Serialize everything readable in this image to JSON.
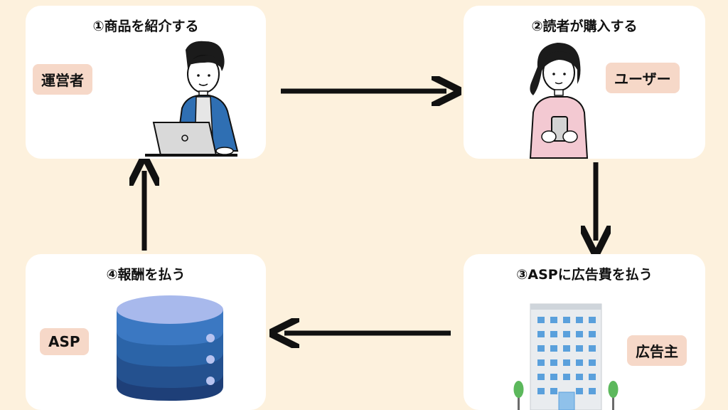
{
  "steps": [
    {
      "title": "①商品を紹介する",
      "role": "運営者"
    },
    {
      "title": "②読者が購入する",
      "role": "ユーザー"
    },
    {
      "title": "③ASPに広告費を払う",
      "role": "広告主"
    },
    {
      "title": "④報酬を払う",
      "role": "ASP"
    }
  ],
  "colors": {
    "background": "#fdf1dd",
    "card": "#ffffff",
    "role_badge": "#f6d8c8",
    "arrow": "#111111",
    "jacket": "#2f6fb3",
    "database": "#3b78c2",
    "building_window": "#5aa0dc"
  },
  "icons": [
    "operator-person-laptop-icon",
    "user-woman-phone-icon",
    "office-building-icon",
    "database-server-icon"
  ]
}
